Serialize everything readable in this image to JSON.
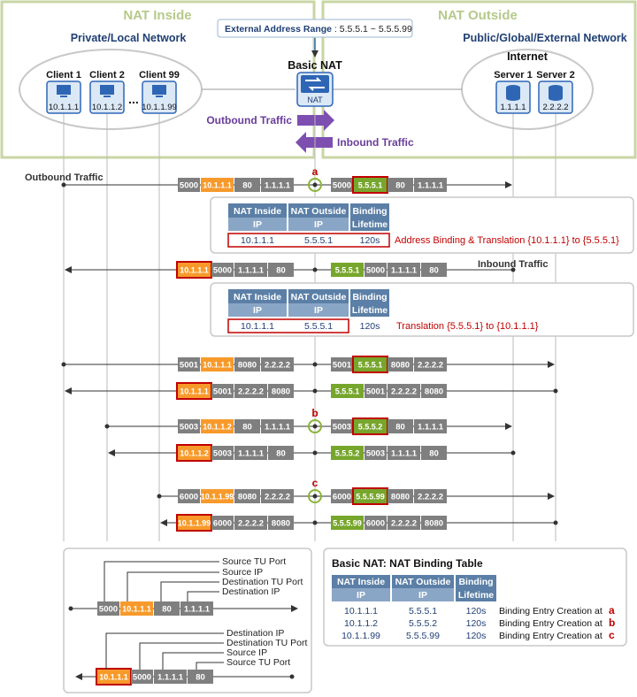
{
  "zones": {
    "inside": "NAT Inside",
    "outside": "NAT Outside",
    "private_net": "Private/Local Network",
    "public_net": "Public/Global/External Network",
    "internet": "Internet",
    "ext_range_label": "External Address Range",
    "ext_range_value": ": 5.5.5.1 ~ 5.5.5.99",
    "basic_nat": "Basic NAT",
    "nat_icon_label": "NAT",
    "outbound_arrow": "Outbound Traffic",
    "inbound_arrow": "Inbound Traffic"
  },
  "clients": [
    {
      "name": "Client 1",
      "ip": "10.1.1.1"
    },
    {
      "name": "Client 2",
      "ip": "10.1.1.2"
    },
    {
      "name": "Client 99",
      "ip": "10.1.1.99"
    }
  ],
  "ellipsis": "...",
  "servers": [
    {
      "name": "Server 1",
      "ip": "1.1.1.1"
    },
    {
      "name": "Server 2",
      "ip": "2.2.2.2"
    }
  ],
  "flow_labels": {
    "outbound": "Outbound Traffic",
    "inbound": "Inbound Traffic"
  },
  "markers": [
    "a",
    "b",
    "c"
  ],
  "packets": [
    {
      "left": [
        "5000",
        "10.1.1.1",
        "80",
        "1.1.1.1"
      ],
      "right": [
        "5000",
        "5.5.5.1",
        "80",
        "1.1.1.1"
      ],
      "dir": "out"
    },
    {
      "left": [
        "10.1.1.1",
        "5000",
        "1.1.1.1",
        "80"
      ],
      "right": [
        "5.5.5.1",
        "5000",
        "1.1.1.1",
        "80"
      ],
      "dir": "in"
    },
    {
      "left": [
        "5001",
        "10.1.1.1",
        "8080",
        "2.2.2.2"
      ],
      "right": [
        "5001",
        "5.5.5.1",
        "8080",
        "2.2.2.2"
      ],
      "dir": "out"
    },
    {
      "left": [
        "10.1.1.1",
        "5001",
        "2.2.2.2",
        "8080"
      ],
      "right": [
        "5.5.5.1",
        "5001",
        "2.2.2.2",
        "8080"
      ],
      "dir": "in"
    },
    {
      "left": [
        "5003",
        "10.1.1.2",
        "80",
        "1.1.1.1"
      ],
      "right": [
        "5003",
        "5.5.5.2",
        "80",
        "1.1.1.1"
      ],
      "dir": "out"
    },
    {
      "left": [
        "10.1.1.2",
        "5003",
        "1.1.1.1",
        "80"
      ],
      "right": [
        "5.5.5.2",
        "5003",
        "1.1.1.1",
        "80"
      ],
      "dir": "in"
    },
    {
      "left": [
        "6000",
        "10.1.1.99",
        "8080",
        "2.2.2.2"
      ],
      "right": [
        "6000",
        "5.5.5.99",
        "8080",
        "2.2.2.2"
      ],
      "dir": "out"
    },
    {
      "left": [
        "10.1.1.99",
        "6000",
        "2.2.2.2",
        "8080"
      ],
      "right": [
        "5.5.5.99",
        "6000",
        "2.2.2.2",
        "8080"
      ],
      "dir": "in"
    }
  ],
  "binding_table": {
    "h1": "NAT Inside",
    "h2": "NAT Outside",
    "h3a": "Binding",
    "h3b": "Lifetime",
    "sub": "IP"
  },
  "binding1": {
    "inside": "10.1.1.1",
    "outside": "5.5.5.1",
    "life": "120s",
    "note": "Address Binding & Translation {10.1.1.1} to {5.5.5.1}"
  },
  "binding2": {
    "inside": "10.1.1.1",
    "outside": "5.5.5.1",
    "life": "120s",
    "note": "Translation {5.5.5.1} to {10.1.1.1}"
  },
  "legend": {
    "out_pkt": [
      "5000",
      "10.1.1.1",
      "80",
      "1.1.1.1"
    ],
    "in_pkt": [
      "10.1.1.1",
      "5000",
      "1.1.1.1",
      "80"
    ],
    "out_labels": [
      "Source TU Port",
      "Source IP",
      "Destination TU Port",
      "Destination IP"
    ],
    "in_labels": [
      "Destination IP",
      "Destination TU Port",
      "Source IP",
      "Source TU Port"
    ]
  },
  "summary": {
    "title_bold": "Basic NAT",
    "title_rest": ": NAT Binding Table",
    "rows": [
      {
        "inside": "10.1.1.1",
        "outside": "5.5.5.1",
        "life": "120s",
        "note": "Binding Entry Creation at",
        "mark": "a"
      },
      {
        "inside": "10.1.1.2",
        "outside": "5.5.5.2",
        "life": "120s",
        "note": "Binding Entry Creation at",
        "mark": "b"
      },
      {
        "inside": "10.1.1.99",
        "outside": "5.5.5.99",
        "life": "120s",
        "note": "Binding Entry Creation at",
        "mark": "c"
      }
    ]
  },
  "colors": {
    "gray": "#7f7f7f",
    "orange": "#f79a2b",
    "green": "#77a62c",
    "red": "#c00000",
    "navy": "#1f3f73",
    "tabhead": "#5b7fa6",
    "zone": "#c8d6a4"
  }
}
